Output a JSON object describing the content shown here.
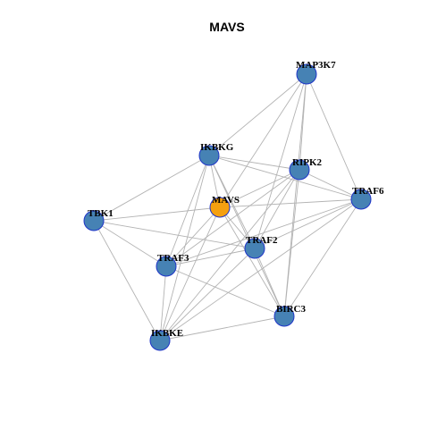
{
  "title": "MAVS",
  "colors": {
    "node_default": "#4682b4",
    "node_highlight": "#f5a00f",
    "node_border": "#1f35c8",
    "edge": "#b3b3b3"
  },
  "nodes": [
    {
      "id": "MAP3K7",
      "highlight": false
    },
    {
      "id": "IKBKG",
      "highlight": false
    },
    {
      "id": "RIPK2",
      "highlight": false
    },
    {
      "id": "TRAF6",
      "highlight": false
    },
    {
      "id": "MAVS",
      "highlight": true
    },
    {
      "id": "TBK1",
      "highlight": false
    },
    {
      "id": "TRAF2",
      "highlight": false
    },
    {
      "id": "TRAF3",
      "highlight": false
    },
    {
      "id": "BIRC3",
      "highlight": false
    },
    {
      "id": "IKBKE",
      "highlight": false
    }
  ],
  "edges": [
    [
      "MAP3K7",
      "IKBKG"
    ],
    [
      "MAP3K7",
      "RIPK2"
    ],
    [
      "MAP3K7",
      "TRAF6"
    ],
    [
      "MAP3K7",
      "MAVS"
    ],
    [
      "MAP3K7",
      "TRAF2"
    ],
    [
      "MAP3K7",
      "BIRC3"
    ],
    [
      "IKBKG",
      "RIPK2"
    ],
    [
      "IKBKG",
      "TRAF6"
    ],
    [
      "IKBKG",
      "TBK1"
    ],
    [
      "IKBKG",
      "TRAF2"
    ],
    [
      "IKBKG",
      "TRAF3"
    ],
    [
      "IKBKG",
      "BIRC3"
    ],
    [
      "IKBKG",
      "IKBKE"
    ],
    [
      "IKBKG",
      "MAVS"
    ],
    [
      "RIPK2",
      "TRAF6"
    ],
    [
      "RIPK2",
      "MAVS"
    ],
    [
      "RIPK2",
      "TRAF2"
    ],
    [
      "RIPK2",
      "TRAF3"
    ],
    [
      "RIPK2",
      "BIRC3"
    ],
    [
      "RIPK2",
      "IKBKE"
    ],
    [
      "TRAF6",
      "MAVS"
    ],
    [
      "TRAF6",
      "TRAF2"
    ],
    [
      "TRAF6",
      "BIRC3"
    ],
    [
      "TRAF6",
      "IKBKE"
    ],
    [
      "TRAF6",
      "TRAF3"
    ],
    [
      "MAVS",
      "TBK1"
    ],
    [
      "MAVS",
      "TRAF2"
    ],
    [
      "MAVS",
      "TRAF3"
    ],
    [
      "MAVS",
      "BIRC3"
    ],
    [
      "MAVS",
      "IKBKE"
    ],
    [
      "TBK1",
      "TRAF2"
    ],
    [
      "TBK1",
      "TRAF3"
    ],
    [
      "TBK1",
      "IKBKE"
    ],
    [
      "TRAF2",
      "TRAF3"
    ],
    [
      "TRAF2",
      "BIRC3"
    ],
    [
      "TRAF2",
      "IKBKE"
    ],
    [
      "TRAF3",
      "BIRC3"
    ],
    [
      "TRAF3",
      "IKBKE"
    ],
    [
      "BIRC3",
      "IKBKE"
    ]
  ]
}
